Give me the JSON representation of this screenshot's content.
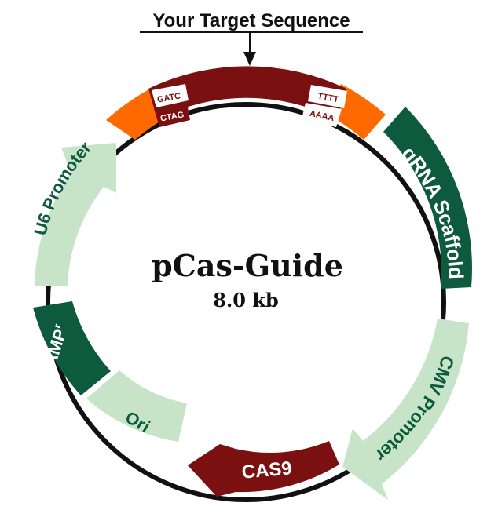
{
  "header": {
    "label": "Your Target Sequence"
  },
  "plasmid": {
    "name": "pCas-Guide",
    "size": "8.0 kb"
  },
  "insert": {
    "overhang_left_top": "GATC",
    "overhang_left_bottom": "CTAG",
    "overhang_right_top": "TTTT",
    "overhang_right_bottom": "AAAA"
  },
  "features": [
    {
      "id": "grna-scaffold",
      "label": "gRNA Scaffold",
      "shape": "block",
      "color": "#0e5a3e",
      "text_color": "#ffffff"
    },
    {
      "id": "cmv-promoter",
      "label": "CMV Promoter",
      "shape": "arrow",
      "color": "#c8e4c8",
      "text_color": "#0e5a3e"
    },
    {
      "id": "cas9",
      "label": "CAS9",
      "shape": "arrow",
      "color": "#7a1010",
      "text_color": "#ffffff"
    },
    {
      "id": "ori",
      "label": "Ori",
      "shape": "block",
      "color": "#c8e4c8",
      "text_color": "#0e5a3e"
    },
    {
      "id": "amp",
      "label": "AMP",
      "superscript": "r",
      "shape": "block",
      "color": "#0e5a3e",
      "text_color": "#ffffff"
    },
    {
      "id": "u6-promoter",
      "label": "U6 Promoter",
      "shape": "arrow",
      "color": "#c8e4c8",
      "text_color": "#0e5a3e"
    }
  ],
  "colors": {
    "backbone": "#111111",
    "insert": "#7a1010",
    "flank": "#ff6a00",
    "overhang_box": "#ffffff"
  }
}
